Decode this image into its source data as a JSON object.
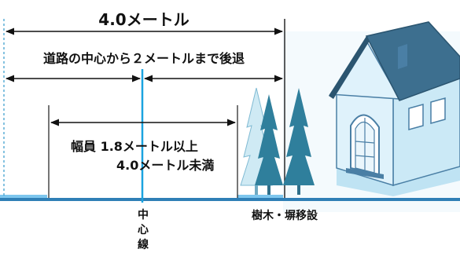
{
  "diagram": {
    "top_dimension": {
      "label": "4.0メートル"
    },
    "setback_dimension": {
      "label": "道路の中心から２メートルまで後退"
    },
    "width_dimension": {
      "line1": "幅員 1.8メートル以上",
      "line2": "4.0メートル未満"
    },
    "center_line_label": [
      "中",
      "心",
      "線"
    ],
    "trees_label": "樹木・塀移設"
  },
  "colors": {
    "line": "#1a1a1a",
    "arrow": "#111111",
    "center_line": "#1aa3e0",
    "road_edge": "#7dc6ee",
    "ground": "#2f7fb6",
    "tree_dark": "#2f7f9c",
    "tree_light": "#cfeaf4",
    "house_roof": "#3d6f8f",
    "house_wall": "#dff2fb",
    "house_trim": "#4a7fa5",
    "house_shadow": "#bfe3f3"
  }
}
